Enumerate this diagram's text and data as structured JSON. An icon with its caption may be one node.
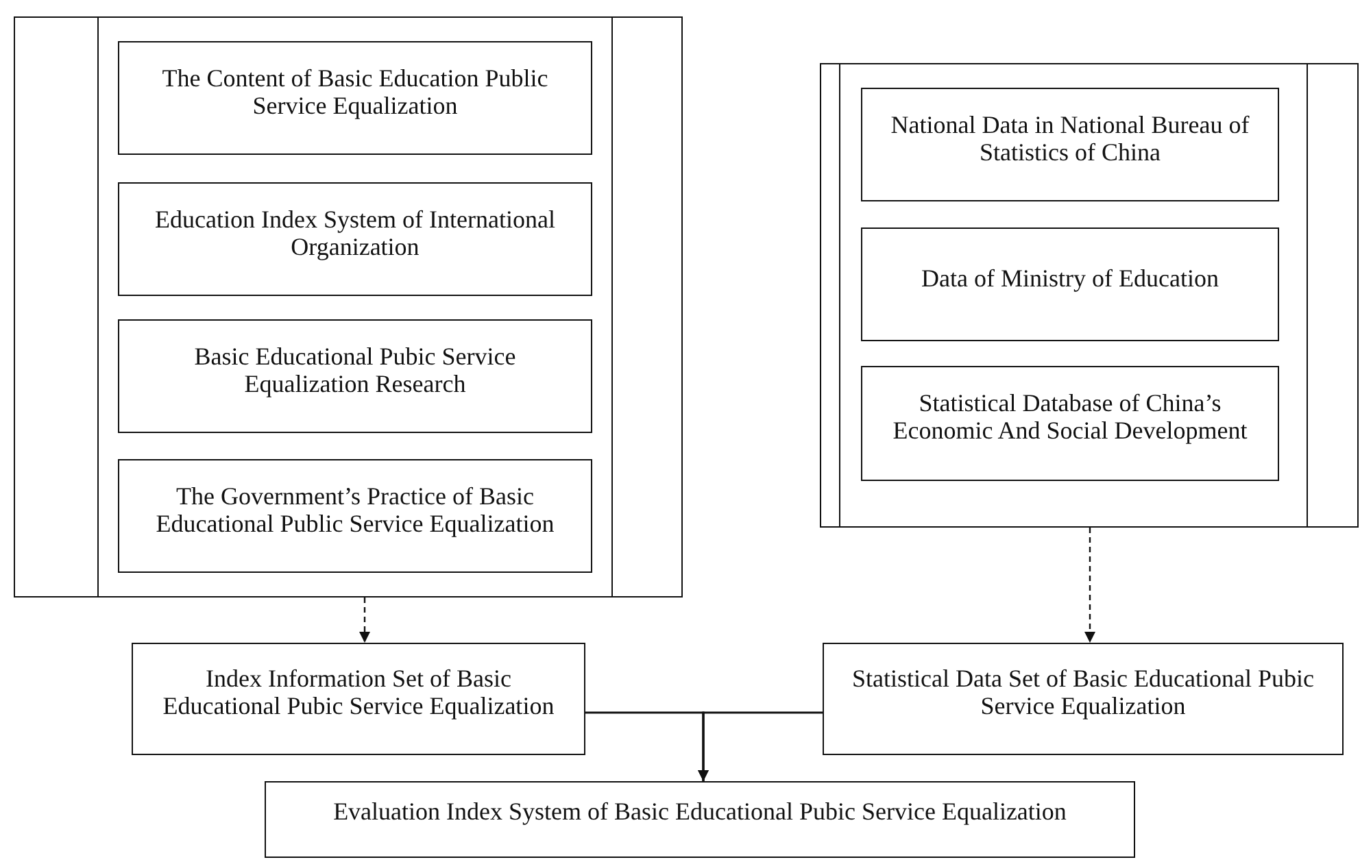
{
  "diagram": {
    "nodes": [
      {
        "text": [],
        "shape": "box"
      },
      {
        "text": [
          "The Content of Basic Education Public Service Equalization"
        ],
        "in": 0
      },
      {
        "text": [
          "Education Index System of International Organization"
        ],
        "in": 0
      },
      {
        "text": [
          "Basic Educational Pubic Service Equalization Research"
        ],
        "in": 0
      },
      {
        "text": [
          "The Government’s Practice of Basic Educational Public Service Equalization"
        ],
        "in": 0
      },
      {
        "text": [],
        "shape": "box"
      },
      {
        "text": [
          "National Data in National Bureau of Statistics of China"
        ],
        "in": 5
      },
      {
        "text": [
          "Data of Ministry of Education"
        ],
        "in": 5
      },
      {
        "text": [
          "Statistical Database of China’s Economic And Social Development"
        ],
        "in": 5
      },
      {
        "text": [
          "Index Information Set of Basic Educational Pubic Service Equalization"
        ]
      },
      {
        "text": [
          "Statistical Data Set of Basic Educational Pubic Service Equalization"
        ]
      },
      {
        "text": [
          "Evaluation Index System of Basic Educational Pubic Service Equalization"
        ]
      }
    ],
    "edges": [
      {
        "from": 0,
        "to": 9,
        "arrow": "to",
        "style": "dashed"
      },
      {
        "from": 5,
        "to": 10,
        "arrow": "to",
        "style": "dashed"
      },
      {
        "from": 9,
        "to": 11,
        "arrow": "to"
      },
      {
        "from": 10,
        "to": 11,
        "arrow": "to"
      }
    ]
  }
}
